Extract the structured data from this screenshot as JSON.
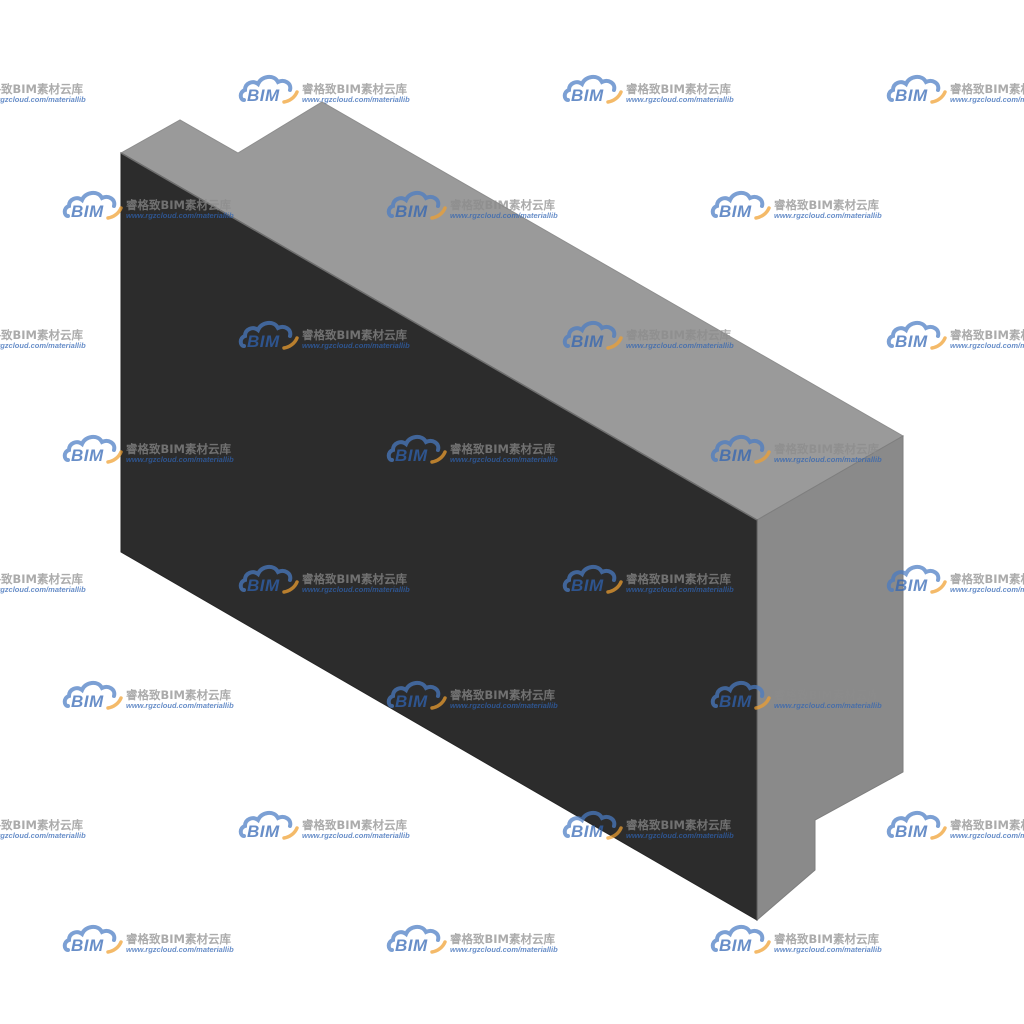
{
  "model": {
    "colors": {
      "front_face": "#2c2c2c",
      "top_face": "#9a9a9a",
      "side_face": "#8a8a8a",
      "edge": "#6e6e6e"
    }
  },
  "watermark": {
    "logo_text": "BIM",
    "title": "睿格致BIM素材云库",
    "url": "www.rgzcloud.com/materiallib",
    "colors": {
      "cloud_blue": "#4a7cc4",
      "swoosh_orange": "#f0a030",
      "bim_blue": "#2f64b4",
      "title_gray": "#8c8c8c"
    }
  }
}
